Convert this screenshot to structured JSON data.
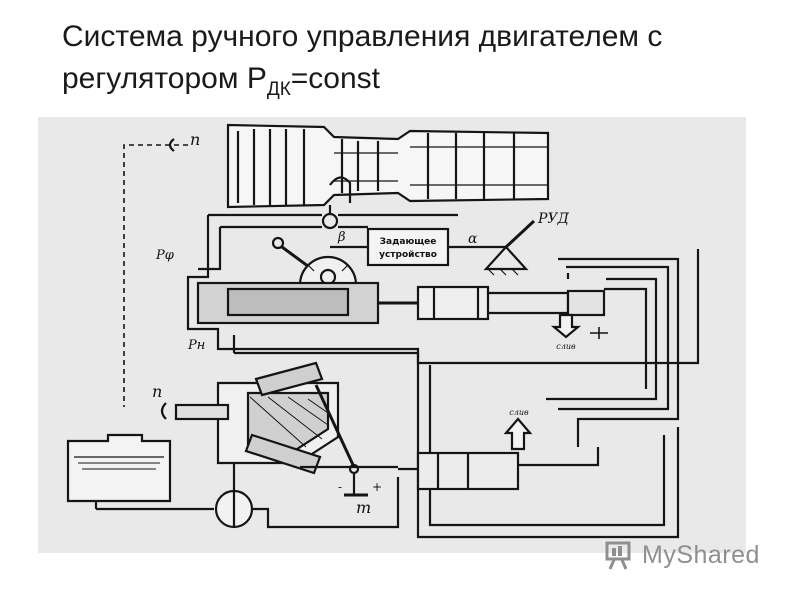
{
  "slide": {
    "title_main": "Система ручного управления двигателем с регулятором Р",
    "title_sub": "ДК",
    "title_tail": "=const"
  },
  "diagram": {
    "setter_box_line1": "Задающее",
    "setter_box_line2": "устройство",
    "rud_label": "РУД",
    "alpha_label": "α",
    "beta_label": "β",
    "n_top_label": "n",
    "n_bottom_label": "n",
    "p_phi_label": "Pφ",
    "p_n_label": "Pн",
    "drain_label_1": "слив",
    "drain_label_2": "слив",
    "m_label": "m",
    "sign_minus": "-",
    "sign_plus": "+"
  },
  "watermark": {
    "text": "MyShared"
  },
  "colors": {
    "ink": "#151515",
    "paper": "#e9e9e9",
    "logo": "#8f8f8f"
  }
}
